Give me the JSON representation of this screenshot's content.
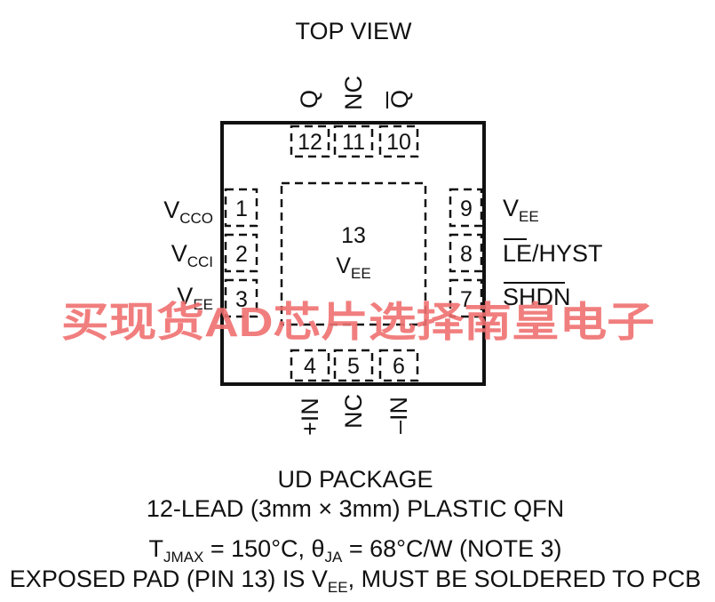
{
  "title": "TOP VIEW",
  "package_name": "UD PACKAGE",
  "package_desc": "12-LEAD (3mm × 3mm) PLASTIC QFN",
  "thermal": {
    "tj_main": "T",
    "tj_sub": "JMAX",
    "tj_val": " = 150°C, ",
    "theta": "θ",
    "theta_sub": "JA",
    "theta_val": " = 68°C/W (NOTE 3)"
  },
  "exposed_pad_note": {
    "pre": "EXPOSED PAD (PIN 13) IS V",
    "sub": "EE",
    "post": ", MUST BE SOLDERED TO PCB"
  },
  "pins": {
    "p1": {
      "num": "1",
      "main": "V",
      "sub": "CCO"
    },
    "p2": {
      "num": "2",
      "main": "V",
      "sub": "CCI"
    },
    "p3": {
      "num": "3",
      "main": "V",
      "sub": "EE"
    },
    "p4": {
      "num": "4",
      "name": "+IN"
    },
    "p5": {
      "num": "5",
      "name": "NC"
    },
    "p6": {
      "num": "6",
      "name": "–IN"
    },
    "p7": {
      "num": "7",
      "name": "SHDN"
    },
    "p8": {
      "num": "8",
      "name_bar": "LE",
      "name_rest": "/HYST"
    },
    "p9": {
      "num": "9",
      "main": "V",
      "sub": "EE"
    },
    "p10": {
      "num": "10",
      "name": "Q"
    },
    "p11": {
      "num": "11",
      "name": "NC"
    },
    "p12": {
      "num": "12",
      "name": "Q"
    }
  },
  "center_pad": {
    "num": "13",
    "main": "V",
    "sub": "EE"
  },
  "watermark": "买现货AD芯片选择南皇电子"
}
